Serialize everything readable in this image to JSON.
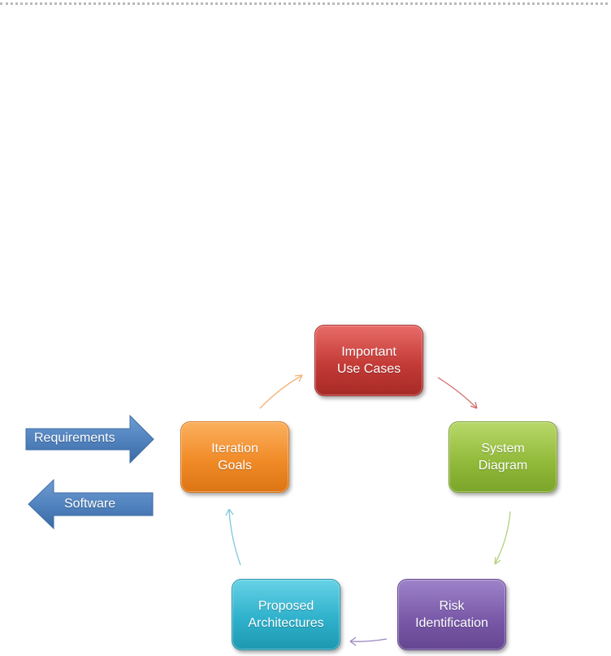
{
  "steps": [
    {
      "line1": "Important",
      "line2": "Use Cases",
      "color": "#c43b37"
    },
    {
      "line1": "System",
      "line2": "Diagram",
      "color": "#93bb3b"
    },
    {
      "line1": "Risk",
      "line2": "Identification",
      "color": "#7a5aa9"
    },
    {
      "line1": "Proposed",
      "line2": "Architectures",
      "color": "#2fb1cc"
    },
    {
      "line1": "Iteration",
      "line2": "Goals",
      "color": "#f18b28"
    }
  ],
  "inputs": {
    "requirements_label": "Requirements",
    "software_label": "Software",
    "arrow_color": "#4f81bd"
  }
}
